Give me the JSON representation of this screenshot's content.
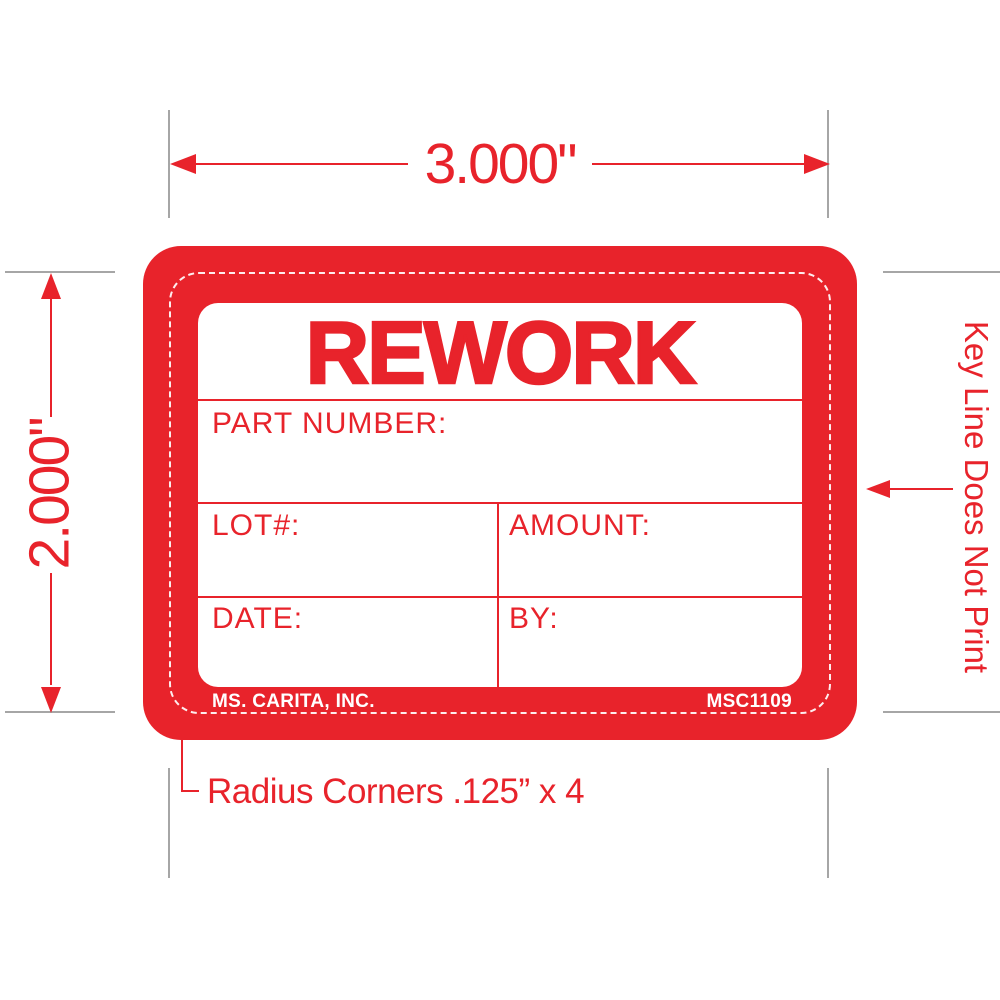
{
  "colors": {
    "label_red": "#e8232b",
    "guide_gray": "#a6a6a6",
    "label_white": "#ffffff"
  },
  "dimensions": {
    "width": "3.000\"",
    "height": "2.000\""
  },
  "notes": {
    "keyline": "Key Line Does Not Print",
    "radius": "Radius Corners .125” x 4"
  },
  "label": {
    "title": "REWORK",
    "fields": {
      "part_number": "PART NUMBER:",
      "lot": "LOT#:",
      "amount": "AMOUNT:",
      "date": "DATE:",
      "by": "BY:"
    },
    "footer": {
      "company": "MS. CARITA, INC.",
      "item_code": "MSC1109"
    }
  }
}
